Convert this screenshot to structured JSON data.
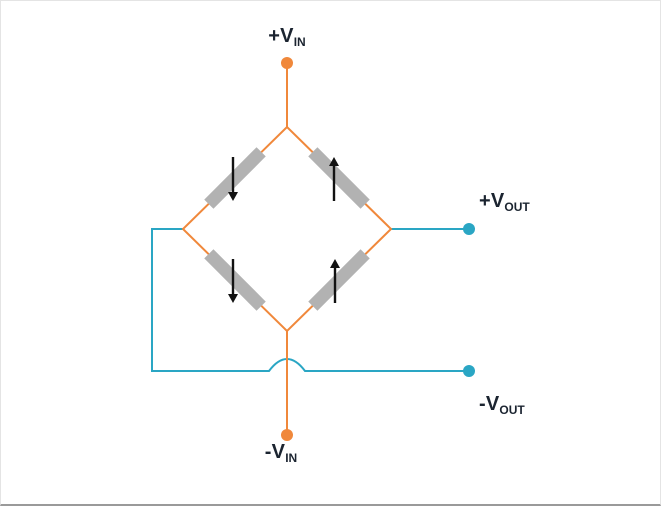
{
  "diagram": {
    "name": "wheatstone-full-bridge-strain-gauge-circuit",
    "colors": {
      "excitation": "#F0883B",
      "output": "#2AA6C4",
      "gauge": "#B2B2B2",
      "arrow": "#121212",
      "label": "#1B2430"
    },
    "terminals": [
      {
        "id": "vin-plus",
        "label": "+V",
        "sub": "IN",
        "wire_color": "orange",
        "position": "top"
      },
      {
        "id": "vout-plus",
        "label": "+V",
        "sub": "OUT",
        "wire_color": "teal",
        "position": "right"
      },
      {
        "id": "vout-minus",
        "label": "-V",
        "sub": "OUT",
        "wire_color": "teal",
        "position": "bottom-right"
      },
      {
        "id": "vin-minus",
        "label": "-V",
        "sub": "IN",
        "wire_color": "orange",
        "position": "bottom"
      }
    ],
    "gauges": [
      {
        "position": "top-left",
        "arrow": "down"
      },
      {
        "position": "top-right",
        "arrow": "up"
      },
      {
        "position": "bottom-left",
        "arrow": "down"
      },
      {
        "position": "bottom-right",
        "arrow": "up"
      }
    ],
    "notes": {
      "crossover": "output wire arcs over the -VIN excitation wire"
    }
  }
}
